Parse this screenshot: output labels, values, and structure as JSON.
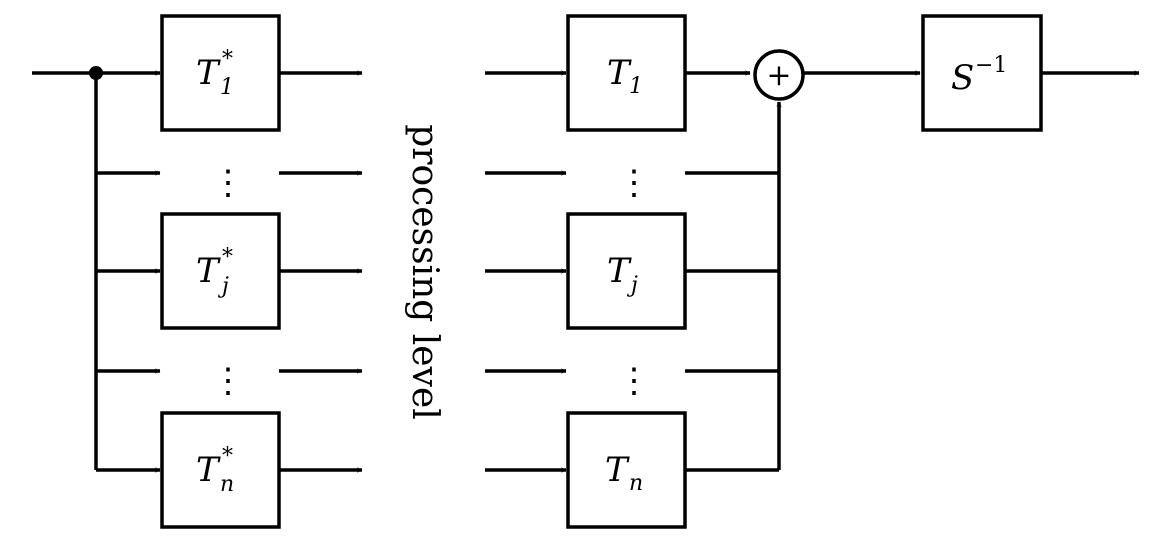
{
  "diagram": {
    "analysis_blocks": [
      {
        "base": "T",
        "sub": "1",
        "sup": "*"
      },
      {
        "base": "T",
        "sub": "j",
        "sup": "*"
      },
      {
        "base": "T",
        "sub": "n",
        "sup": "*"
      }
    ],
    "synthesis_blocks": [
      {
        "base": "T",
        "sub": "1"
      },
      {
        "base": "T",
        "sub": "j"
      },
      {
        "base": "T",
        "sub": "n"
      }
    ],
    "sum_symbol": "+",
    "output_block": {
      "base": "S",
      "sup": "−1"
    },
    "ellipsis": "⋮",
    "processing_label": "processing level"
  }
}
